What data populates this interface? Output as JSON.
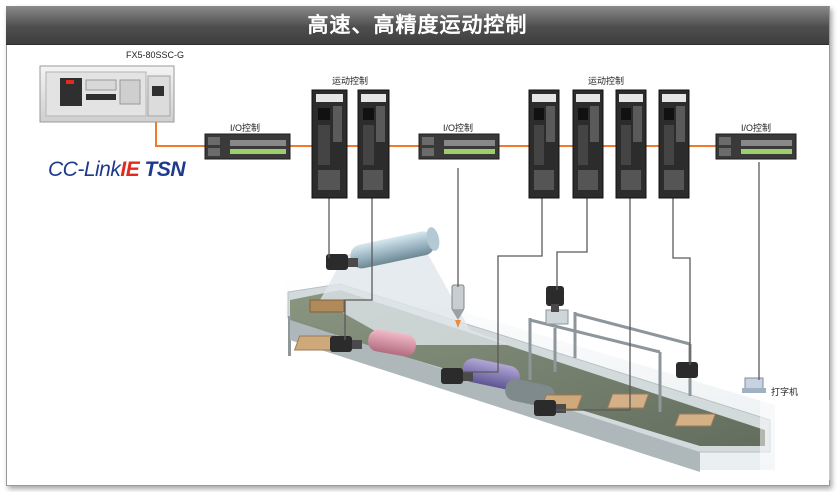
{
  "title": "高速、高精度运动控制",
  "controller": {
    "model": "FX5-80SSC-G"
  },
  "network_logo": {
    "prefix": "CC-Link",
    "ie": "IE",
    "tsn": "TSN"
  },
  "groups": {
    "motion_label_1": "运动控制",
    "motion_label_2": "运动控制"
  },
  "io": {
    "label_1": "I/O控制",
    "label_2": "I/O控制",
    "label_3": "I/O控制"
  },
  "printer": {
    "label": "打字机"
  },
  "colors": {
    "network_line": "#f07a2a",
    "banner": "#4e4e4e",
    "logo_blue": "#1d3a8f",
    "logo_red": "#e02b20"
  }
}
